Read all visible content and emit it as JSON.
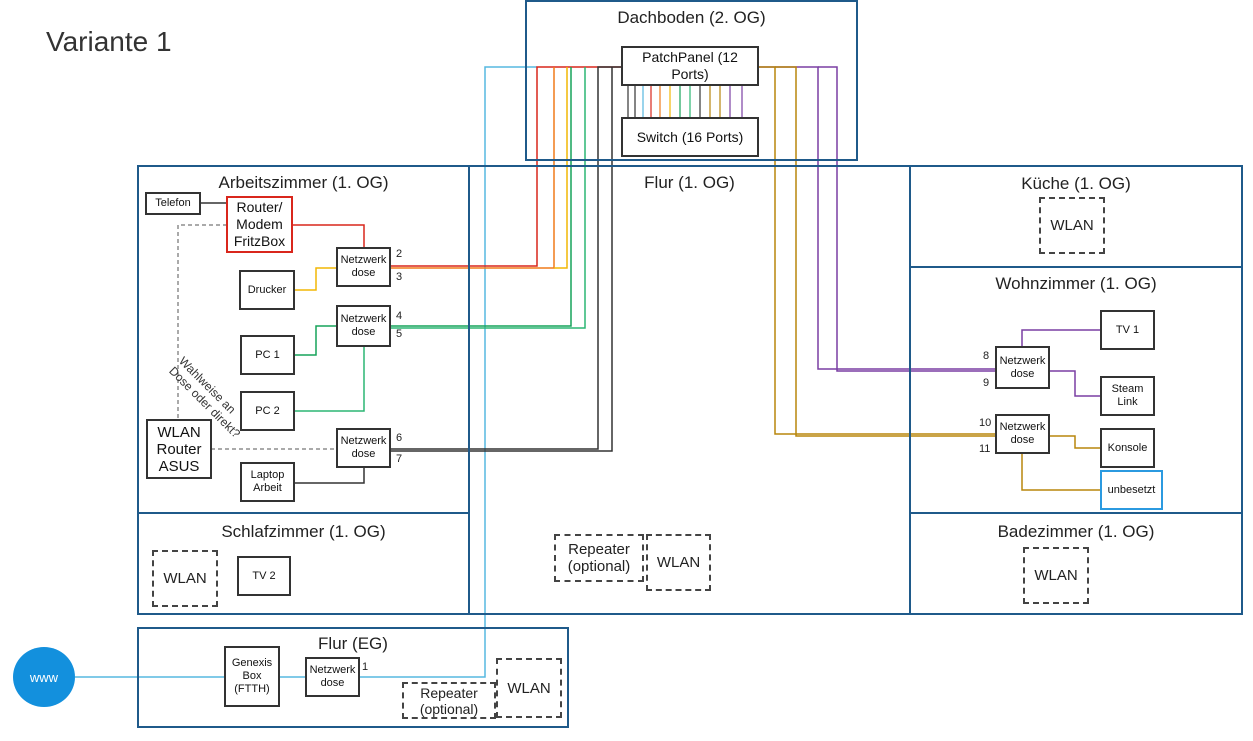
{
  "title": "Variante 1",
  "rooms": {
    "dachboden": "Dachboden (2. OG)",
    "arbeitszimmer": "Arbeitszimmer (1. OG)",
    "flur_og": "Flur (1. OG)",
    "kueche": "Küche (1. OG)",
    "wohnzimmer": "Wohnzimmer (1. OG)",
    "schlafzimmer": "Schlafzimmer (1. OG)",
    "badezimmer": "Badezimmer (1. OG)",
    "flur_eg": "Flur (EG)"
  },
  "devices": {
    "patchpanel": "PatchPanel (12\nPorts)",
    "switch": "Switch (16 Ports)",
    "telefon": "Telefon",
    "router_fritz": "Router/\nModem\nFritzBox",
    "dose": "Netzwerk\ndose",
    "drucker": "Drucker",
    "pc1": "PC 1",
    "pc2": "PC 2",
    "wlan_asus": "WLAN\nRouter\nASUS",
    "laptop": "Laptop\nArbeit",
    "wlan": "WLAN",
    "tv2": "TV 2",
    "repeater": "Repeater\n(optional)",
    "tv1": "TV 1",
    "steam": "Steam\nLink",
    "konsole": "Konsole",
    "unbesetzt": "unbesetzt",
    "genexis": "Genexis\nBox\n(FTTH)",
    "www": "www"
  },
  "ports": [
    "1",
    "2",
    "3",
    "4",
    "5",
    "6",
    "7",
    "8",
    "9",
    "10",
    "11"
  ],
  "note": "Wahlweise an\nDose oder direkt?",
  "colors": {
    "room_border": "#1f5a8a",
    "red": "#d9261c",
    "orange": "#f07b1a",
    "yellow": "#f2b705",
    "green1": "#16a35a",
    "green2": "#2bb673",
    "black": "#333333",
    "purple": "#7a3fa3",
    "brown": "#b8860b",
    "cyan": "#56b8e0"
  }
}
